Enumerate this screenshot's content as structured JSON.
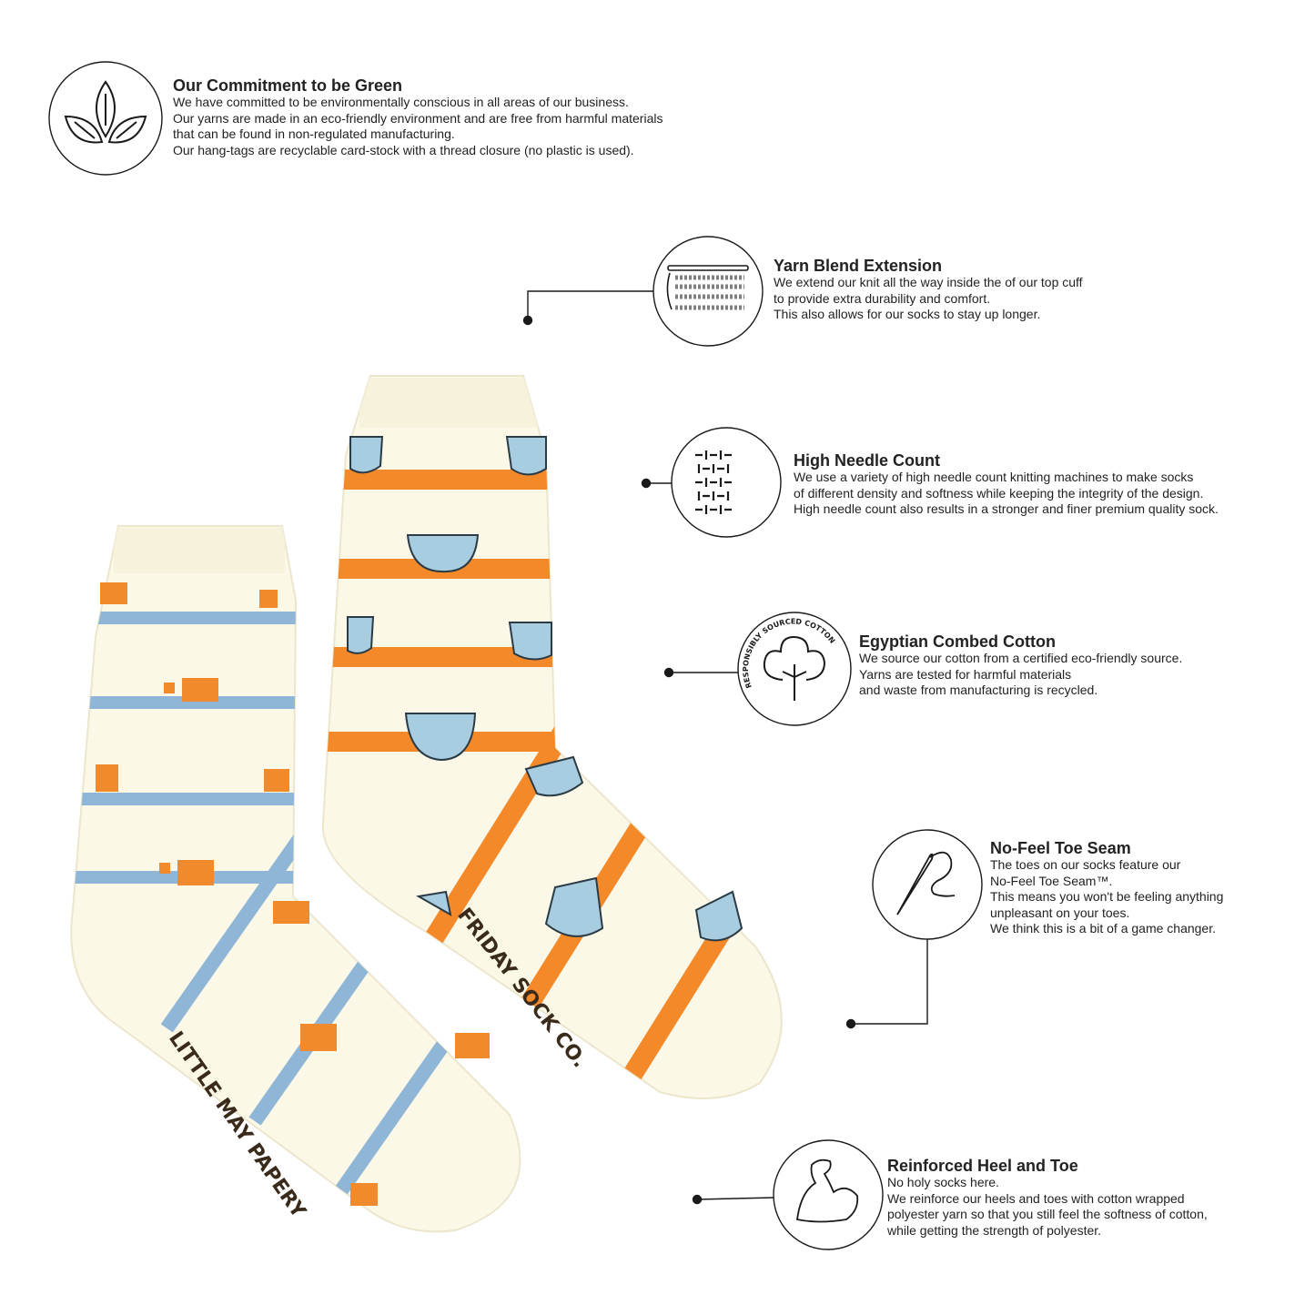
{
  "colors": {
    "sock_base": "#fbf8e8",
    "blue_stripe": "#8fb6d6",
    "orange_stripe": "#f4892a",
    "ink": "#1a1a1a"
  },
  "features": [
    {
      "icon": "leaves-icon",
      "title": "Our Commitment to be Green",
      "lines": [
        "We have committed to be environmentally conscious in all areas of our business.",
        "Our yarns are made in an eco-friendly environment and are free from harmful materials",
        "that can be found in non-regulated manufacturing.",
        "Our hang-tags are recyclable card-stock with a thread closure (no plastic is used)."
      ]
    },
    {
      "icon": "knit-stitch-icon",
      "title": "Yarn Blend Extension",
      "lines": [
        "We extend our knit all the way inside the of our top cuff",
        "to provide extra durability and comfort.",
        "This also allows for our socks to stay up longer."
      ]
    },
    {
      "icon": "needle-grid-icon",
      "title": "High Needle Count",
      "lines": [
        "We use a variety of high needle count knitting machines to make socks",
        "of different density and softness while keeping the integrity of the design.",
        "High needle count also results in a stronger and finer premium quality sock."
      ]
    },
    {
      "icon": "cotton-icon",
      "badge": "RESPONSIBLY SOURCED COTTON",
      "title": "Egyptian Combed Cotton",
      "lines": [
        "We source our cotton from a certified eco-friendly source.",
        "Yarns are tested for harmful materials",
        "and waste from manufacturing is recycled."
      ]
    },
    {
      "icon": "needle-thread-icon",
      "title": "No-Feel Toe Seam",
      "lines": [
        "The toes on our socks feature our",
        "No-Feel Toe Seam™.",
        "This means you won't be feeling anything",
        "unpleasant on your toes.",
        "We think this is a bit of a game changer."
      ]
    },
    {
      "icon": "flexed-arm-icon",
      "title": "Reinforced Heel and Toe",
      "lines": [
        "No holy socks here.",
        "We reinforce our heels and toes with cotton wrapped",
        "polyester yarn so that you still feel the softness of cotton,",
        "while getting the strength of polyester."
      ]
    }
  ],
  "socks": {
    "left_sole_text": "LITTLE MAY PAPERY",
    "right_sole_text": "FRIDAY SOCK CO."
  }
}
